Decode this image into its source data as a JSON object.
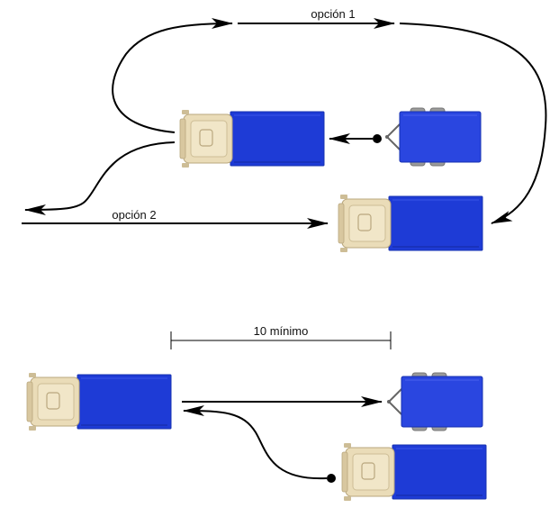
{
  "labels": {
    "option1": "opción 1",
    "option2": "opción 2",
    "minimum": "10 mínimo"
  },
  "colors": {
    "truck_body": "#1e3bd6",
    "truck_body_dark": "#1630b0",
    "cab": "#eadcb8",
    "cab_shade": "#cdbd96",
    "trailer_body": "#2a46e0",
    "arrow": "#000000"
  }
}
